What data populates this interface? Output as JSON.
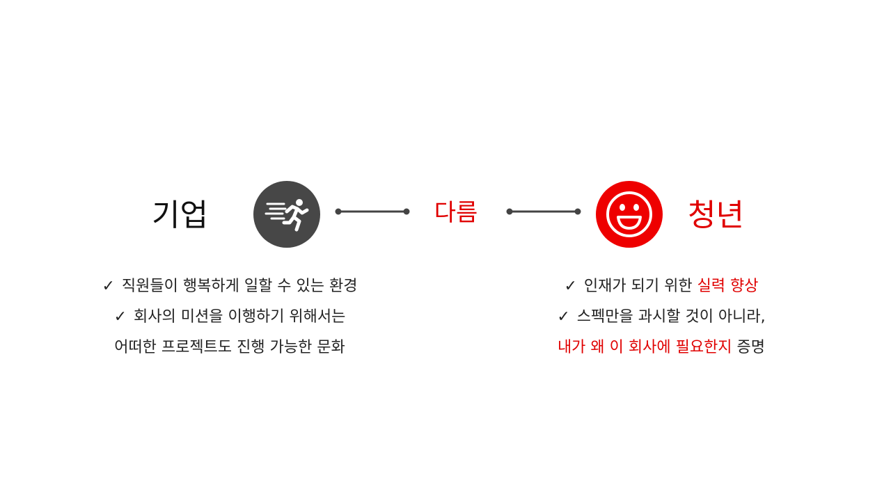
{
  "left": {
    "title": "기업",
    "icon": "running-person-icon",
    "bullets": [
      {
        "check": "✓",
        "text": "직원들이 행복하게 일할 수 있는 환경"
      },
      {
        "check": "✓",
        "text": "회사의 미션을 이행하기 위해서는"
      },
      {
        "text": "어떠한 프로젝트도 진행 가능한 문화"
      }
    ]
  },
  "center": {
    "word": "다름"
  },
  "right": {
    "title": "청년",
    "icon": "smiley-face-icon",
    "bullets": [
      {
        "check": "✓",
        "text": "인재가 되기 위한 ",
        "highlight": "실력 향상"
      },
      {
        "check": "✓",
        "text": "스펙만을 과시할 것이 아니라,"
      },
      {
        "highlight": "내가 왜 이 회사에 필요한지",
        "text": " 증명"
      }
    ]
  },
  "colors": {
    "accent": "#e00000",
    "dark_circle": "#474747",
    "red_circle": "#ee0000",
    "connector": "#444444"
  }
}
